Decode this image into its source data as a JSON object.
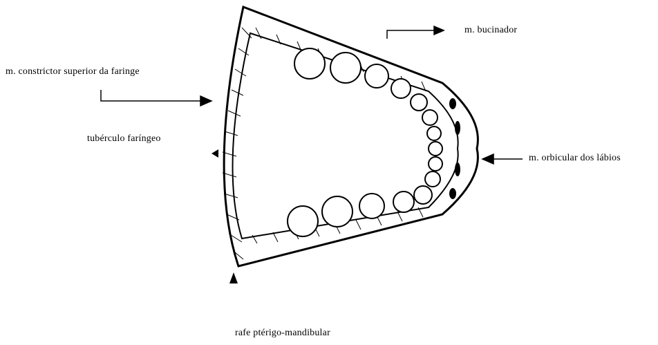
{
  "labels": {
    "bucinador": "m. bucinador",
    "constrictor": "m. constrictor superior da faringe",
    "tuberculo": "tubérculo faríngeo",
    "orbicular": "m. orbicular dos lábios",
    "rafe": "rafe ptérigo-mandibular"
  },
  "colors": {
    "ink": "#000000",
    "background": "#ffffff"
  }
}
